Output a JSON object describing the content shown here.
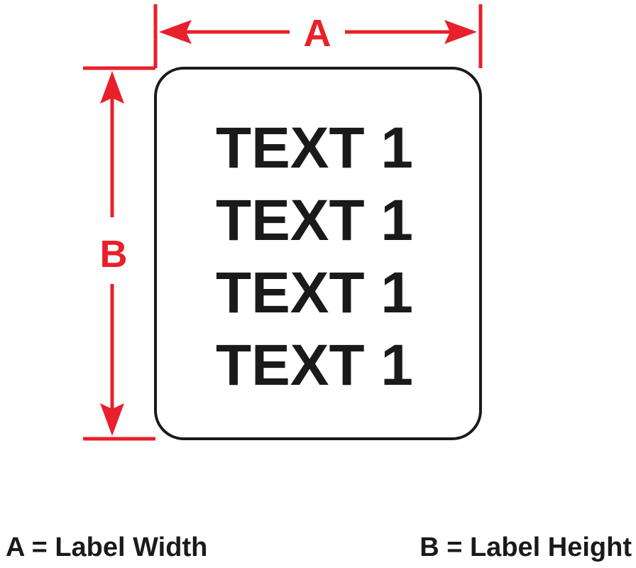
{
  "colors": {
    "dimension": "#e8202a",
    "outline": "#1a1a1a",
    "text": "#1a1a1a"
  },
  "dimensions": {
    "width_letter": "A",
    "height_letter": "B"
  },
  "label": {
    "lines": [
      "TEXT 1",
      "TEXT 1",
      "TEXT 1",
      "TEXT 1"
    ]
  },
  "legend": {
    "a": "A = Label Width",
    "b": "B = Label Height"
  }
}
